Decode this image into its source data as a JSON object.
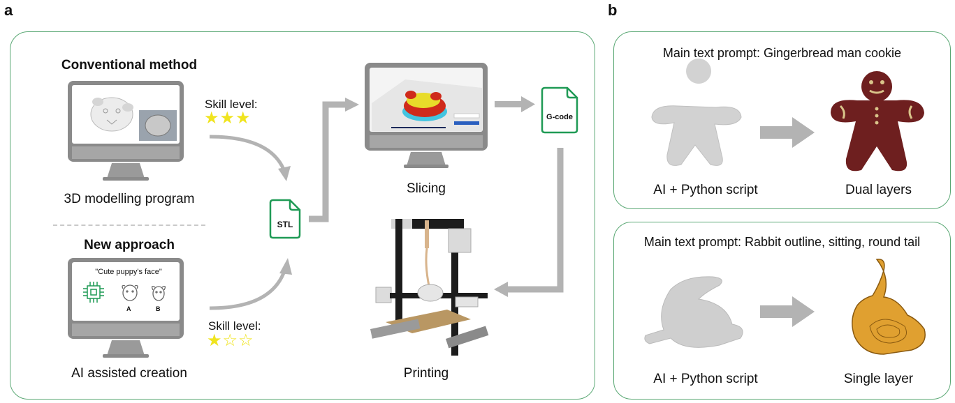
{
  "panel_a": {
    "letter": "a",
    "conventional": {
      "heading": "Conventional method",
      "caption": "3D modelling program",
      "skill_label": "Skill level:",
      "skill_level": 3,
      "skill_max": 3
    },
    "new_approach": {
      "heading": "New approach",
      "caption": "AI assisted creation",
      "screen_prompt": "\"Cute puppy's face\"",
      "option_a": "A",
      "option_b": "B",
      "skill_label": "Skill level:",
      "skill_level": 1,
      "skill_max": 3
    },
    "stl_file": "STL",
    "slicing_caption": "Slicing",
    "gcode_file": "G-code",
    "printing_caption": "Printing"
  },
  "panel_b": {
    "letter": "b",
    "top": {
      "prompt": "Main text prompt: Gingerbread man cookie",
      "left_caption": "AI + Python script",
      "right_caption": "Dual layers"
    },
    "bottom": {
      "prompt": "Main text prompt: Rabbit outline, sitting, round tail",
      "left_caption": "AI + Python script",
      "right_caption": "Single layer"
    }
  },
  "colors": {
    "frame_green": "#5aa874",
    "file_green": "#1f9a55",
    "arrow_gray": "#b3b3b3",
    "star_yellow": "#f0e41e",
    "cookie_brown": "#6e1f1f",
    "icing": "#d9c48a",
    "rabbit_orange": "#e0a030"
  }
}
